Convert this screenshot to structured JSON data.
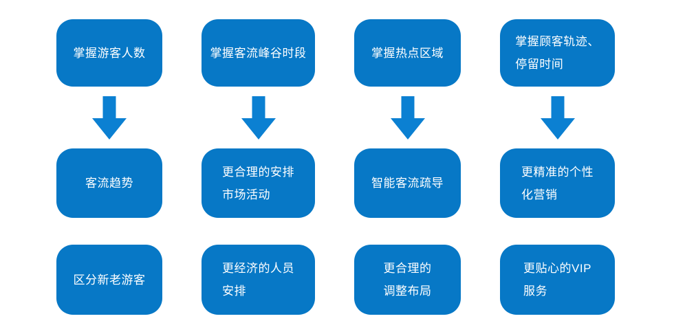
{
  "diagram": {
    "colors": {
      "background": "#ffffff",
      "box": "#0778c6",
      "arrow": "#0b80d2",
      "text": "#ffffff"
    },
    "arrow_icon": "down-arrow",
    "columns": [
      {
        "name": "visitor-count",
        "top": [
          "掌握游客人数"
        ],
        "middle": [
          "客流趋势"
        ],
        "bottom": [
          "区分新老游客"
        ]
      },
      {
        "name": "peak-valley-periods",
        "top": [
          "掌握客流峰谷时段"
        ],
        "middle": [
          "更合理的安排",
          "市场活动"
        ],
        "bottom": [
          "更经济的人员",
          "安排"
        ]
      },
      {
        "name": "hotspot-areas",
        "top": [
          "掌握热点区域"
        ],
        "middle": [
          "智能客流疏导"
        ],
        "bottom": [
          "更合理的",
          "调整布局"
        ]
      },
      {
        "name": "customer-trajectory",
        "top": [
          "掌握顾客轨迹、",
          "停留时间"
        ],
        "middle": [
          "更精准的个性",
          "化营销"
        ],
        "bottom": [
          "更贴心的VIP",
          "服务"
        ]
      }
    ]
  }
}
